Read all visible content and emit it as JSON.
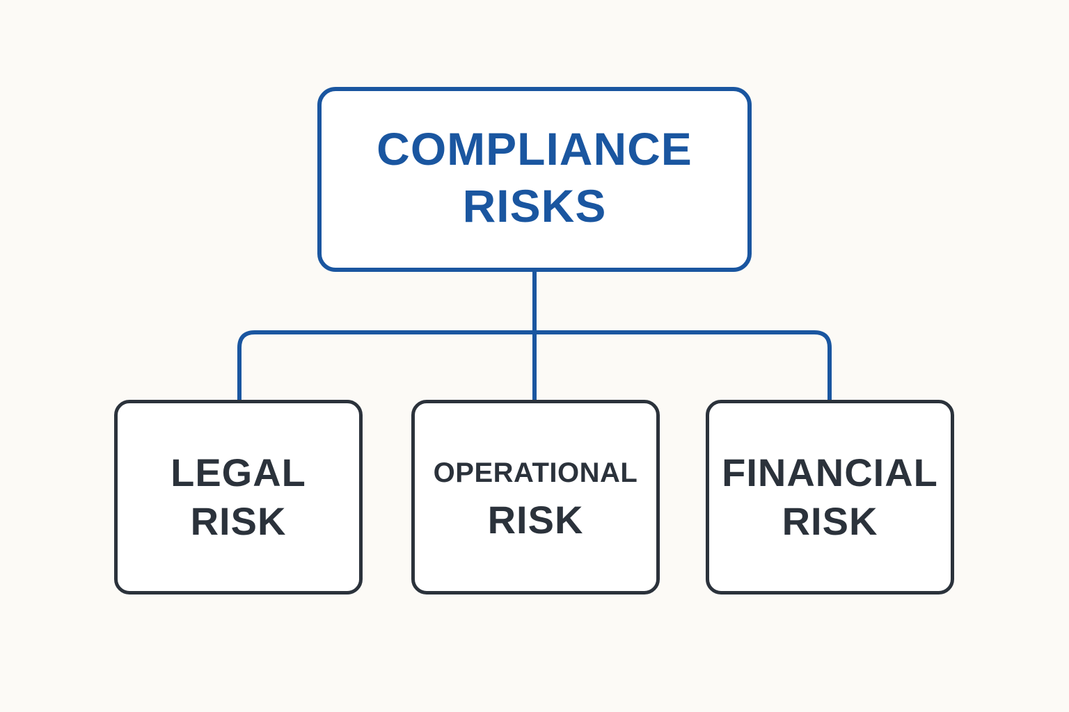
{
  "colors": {
    "background": "#fcfaf6",
    "primary": "#1a56a0",
    "secondary": "#2b323b",
    "box_fill": "#ffffff"
  },
  "root": {
    "line1": "COMPLIANCE",
    "line2": "RISKS"
  },
  "children": [
    {
      "line1": "LEGAL",
      "line2": "RISK"
    },
    {
      "line1": "OPERATIONAL",
      "line2": "RISK"
    },
    {
      "line1": "FINANCIAL",
      "line2": "RISK"
    }
  ]
}
